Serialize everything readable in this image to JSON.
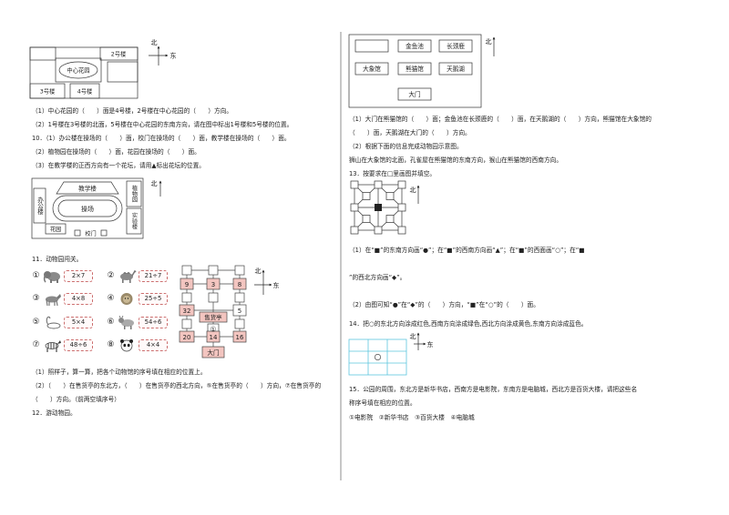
{
  "colors": {
    "pink": "#f3c5c0",
    "grid": "#5cc6de",
    "dark": "#222222"
  },
  "q9": {
    "diagram": {
      "top_right": "2号楼",
      "garden": "中心花园",
      "bottom_left": "3号楼",
      "bottom_mid": "4号楼"
    },
    "compass": {
      "north": "北",
      "east": "东"
    },
    "items": [
      "（1）中心花园的（　　）面是4号楼，2号楼在中心花园的（　　）方向。",
      "（2）1号楼在3号楼的北面，5号楼在中心花园的东南方向，请在图中标出1号楼和5号楼的位置。"
    ]
  },
  "q10": {
    "items": [
      "10．（1）办公楼在操场的（　　）面，校门在操场的（　　）面，教学楼在操场的（　　）面。",
      "（2）植物园在操场的（　　）面，花园在操场的（　　）面。",
      "（3）在教学楼的正西方向有一个花坛，请用▲标出花坛的位置。"
    ],
    "map": {
      "office": "办公楼",
      "teaching": "教学楼",
      "botanical": "植物园",
      "playground": "操场",
      "lab": "实验楼",
      "garden": "花园",
      "gate": "校门"
    },
    "compass": {
      "north": "北"
    }
  },
  "q11": {
    "title": "11．动物园闯关。",
    "animals": [
      {
        "num": "①",
        "expr": "2×7",
        "icon": "elephant-icon"
      },
      {
        "num": "②",
        "expr": "21÷7",
        "icon": "camel-icon"
      },
      {
        "num": "③",
        "expr": "4×8",
        "icon": "horse-icon"
      },
      {
        "num": "④",
        "expr": "25÷5",
        "icon": "lion-icon"
      },
      {
        "num": "⑤",
        "expr": "5×4",
        "icon": "swan-icon"
      },
      {
        "num": "⑥",
        "expr": "54÷6",
        "icon": "goat-icon"
      },
      {
        "num": "⑦",
        "expr": "48÷6",
        "icon": "zebra-icon"
      },
      {
        "num": "⑧",
        "expr": "4×4",
        "icon": "panda-icon"
      }
    ],
    "map": {
      "cells": [
        "9",
        "3",
        "8",
        "32",
        "5",
        "20",
        "14",
        "16"
      ],
      "kiosk": "售货亭",
      "slot": "①",
      "gate": "大门"
    },
    "compass": {
      "north": "北",
      "east": "东"
    },
    "items": [
      "（1）照样子，算一算，把各个动物馆的序号填在相应的位置上。",
      "（2）（　　）在售货亭的东北方，（　　）在售货亭的西北方向，⑤在售货亭的（　　）方向，⑦在售货亭的",
      "（　　）方向。（前两空填序号）"
    ]
  },
  "q12": {
    "title": "12．游动物园。",
    "map": {
      "pond": "金鱼池",
      "giraffe": "长颈鹿",
      "elephant": "大象馆",
      "panda": "熊猫馆",
      "swan": "天鹅湖",
      "gate": "大门"
    },
    "compass": {
      "north": "北"
    },
    "items": [
      "（1）大门在熊猫馆的（　　）面；金鱼池在长颈鹿的（　　）面，在天鹅湖的（　　）方向，熊猫馆在大象馆的",
      "（　　）面，天鹅湖在大门的（　　）方向。",
      "（2）根据下面的信息完成动物园示意图。",
      "狮山在大象馆的北面，孔雀屋在熊猫馆的东南方向，猴山在熊猫馆的西南方向。"
    ]
  },
  "q13": {
    "title": "13．按要求在□里画图并填空。",
    "compass": {
      "north": "北"
    },
    "items": [
      "（1）在“■”的东南方向画“●”；在“■”的西南方向画“▲”；在“■”的西面画“○”；在“■",
      "”的西北方向画“◆”。",
      "（2）由图可知“●”在“◆”的（　　）方向，“■”在“○”的（　　）面。"
    ]
  },
  "q14": {
    "text": "14．把○的东北方向涂成红色,西南方向涂成绿色,西北方向涂成黄色,东南方向涂成蓝色。",
    "compass": {
      "north": "北",
      "east": "东"
    }
  },
  "q15": {
    "items": [
      "15．公园的周围，东北方是新华书店，西南方是电影院，东南方是电脑城，西北方是百货大楼，请把这些名",
      "称序号填在相应的位置。"
    ],
    "options": "①电影院　②新华书店　③百货大楼　④电脑城"
  }
}
